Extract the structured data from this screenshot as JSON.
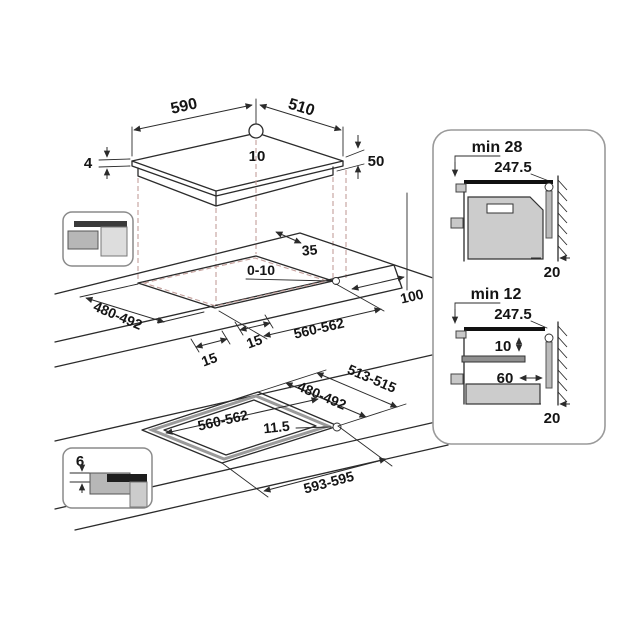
{
  "top_view": {
    "width": "590",
    "depth": "510",
    "hole_offset": "10",
    "glass_thickness": "4",
    "body_height": "50"
  },
  "worktop_view": {
    "rear_clearance": "35",
    "corner_radius": "0-10",
    "cutout_depth": "480-492",
    "front_gap_left": "15",
    "front_gap_right": "15",
    "cutout_width": "560-562",
    "side_clearance": "100"
  },
  "flush_view": {
    "outer_depth": "513-515",
    "inner_depth": "480-492",
    "inner_width": "560-562",
    "corner_radius": "11.5",
    "outer_width": "593-595",
    "recess_depth": "6"
  },
  "sections": {
    "oven": {
      "min_clearance": "min 28",
      "coil_offset": "247.5",
      "rear_gap": "20"
    },
    "drawer": {
      "min_clearance": "min 12",
      "coil_offset": "247.5",
      "shelf_clearance": "10",
      "shelf_depth": "60",
      "rear_gap": "20"
    }
  },
  "colors": {
    "line": "#2b2b2b",
    "projection_dash": "#c49f9b",
    "flush_ledge": "#9a9a9a",
    "fill_light": "#cccccc",
    "fill_mid": "#b7b7b7",
    "glass_dark": "#1e1e1e"
  }
}
